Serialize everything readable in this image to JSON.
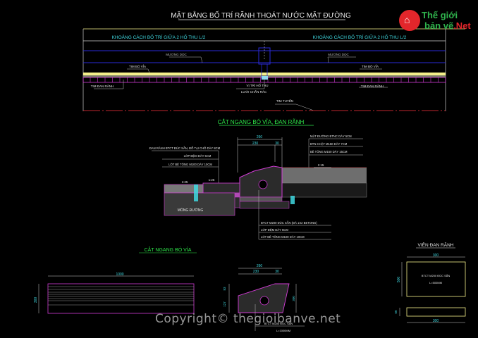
{
  "plan": {
    "title": "MẶT BẰNG BỐ TRÍ RÃNH THOÁT NƯỚC MẶT ĐƯỜNG",
    "dim_left": "KHOẢNG CÁCH BỐ TRÍ GIỮA 2 HỐ THU L/2",
    "dim_right": "KHOẢNG CÁCH BỐ TRÍ GIỮA 2 HỐ THU L/2",
    "label_muong_doc_left": "MƯƠNG DỌC",
    "label_muong_doc_right": "MƯƠNG DỌC",
    "label_tim_bo_via_left": "TIM BÓ VỈA",
    "label_tim_bo_via_right": "TIM BÓ VỈA",
    "label_tim_dan_ranh_left": "TIM ĐAN RÃNH",
    "label_tim_dan_ranh_right": "TIM ĐAN RÃNH",
    "label_vi_tri_ho_thu": "VỊ TRÍ HỐ THU",
    "label_luoi_chan_rac": "LƯỚI CHẮN RÁC",
    "label_tim_tuyen": "TIM TUYẾN"
  },
  "section_main": {
    "title": "CẮT NGANG BÓ VỈA, ĐAN RÃNH",
    "dim_total": "260",
    "dim_a": "230",
    "dim_b": "30",
    "slope_left": "1:25",
    "slope_mid": "1:25",
    "slope_right": "1:15",
    "left_labels": [
      "ĐAN RÃNH BTCT ĐÚC SẴN, ĐỔ TẠI CHỖ DÀY 8CM",
      "LỚP ĐỆM DÀY 5CM",
      "LÓT BÊ TÔNG M100 DÀY 10CM"
    ],
    "right_labels": [
      "MẶT ĐƯỜNG BTNC DÀY 5CM",
      "BTN CHẶT M150 DÀY 7CM",
      "BÊ TÔNG M150 DÀY 15CM"
    ],
    "bottom_labels": [
      "BTCT M200 ĐÚC SẴN (ĐÁ 1X2 BETONG)",
      "LỚP ĐỆM DÀY 5CM",
      "LÓT BÊ TÔNG M100 DÀY 10CM"
    ],
    "label_mong_duong": "MÓNG ĐƯỜNG"
  },
  "section_curb": {
    "title": "CẮT NGANG BÓ VỈA",
    "dim_length": "1000",
    "dim_height": "300",
    "dim_total": "260",
    "dim_a": "230",
    "dim_b": "30",
    "dim_left_top": "83",
    "dim_left_bottom": "127",
    "dim_right": "300",
    "note_line1": "BTCT M200 ĐÚC SẴN",
    "note_line2": "L=1000MM"
  },
  "view_gutter": {
    "title": "VIÊN ĐAN RÃNH",
    "dim_top": "300",
    "dim_side": "500",
    "dim_thin": "60",
    "dim_bottom": "300",
    "note_line1": "BTCT M200 ĐÚC SẴN",
    "note_line2": "L=500MM"
  },
  "watermark": "Copyright© thegioibanve.net",
  "logo": {
    "line1": "Thế giới",
    "line2a": "bản vẽ",
    "line2b": ".Net"
  },
  "colors": {
    "background": "#000000",
    "white": "#e6e6e6",
    "cyan": "#3fd8e0",
    "green": "#2ee84a",
    "magenta": "#d23cd6",
    "blue": "#2a2ad8",
    "yellow": "#f4f08a",
    "red": "#c0262e",
    "gray": "#8a8a8a"
  }
}
